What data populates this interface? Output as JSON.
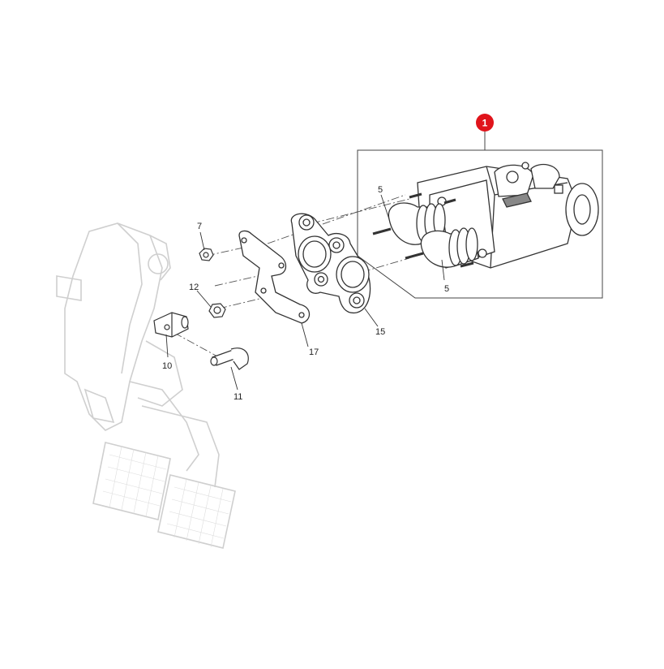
{
  "diagram": {
    "assembly_callout": {
      "label": "1",
      "color": "#e0141b"
    },
    "part_labels": {
      "p5a": "5",
      "p5b": "5",
      "p7": "7",
      "p10": "10",
      "p11": "11",
      "p12": "12",
      "p15": "15",
      "p17": "17"
    },
    "colors": {
      "line": "#333333",
      "ghost": "#cfcfcf",
      "frame": "#444444"
    }
  }
}
